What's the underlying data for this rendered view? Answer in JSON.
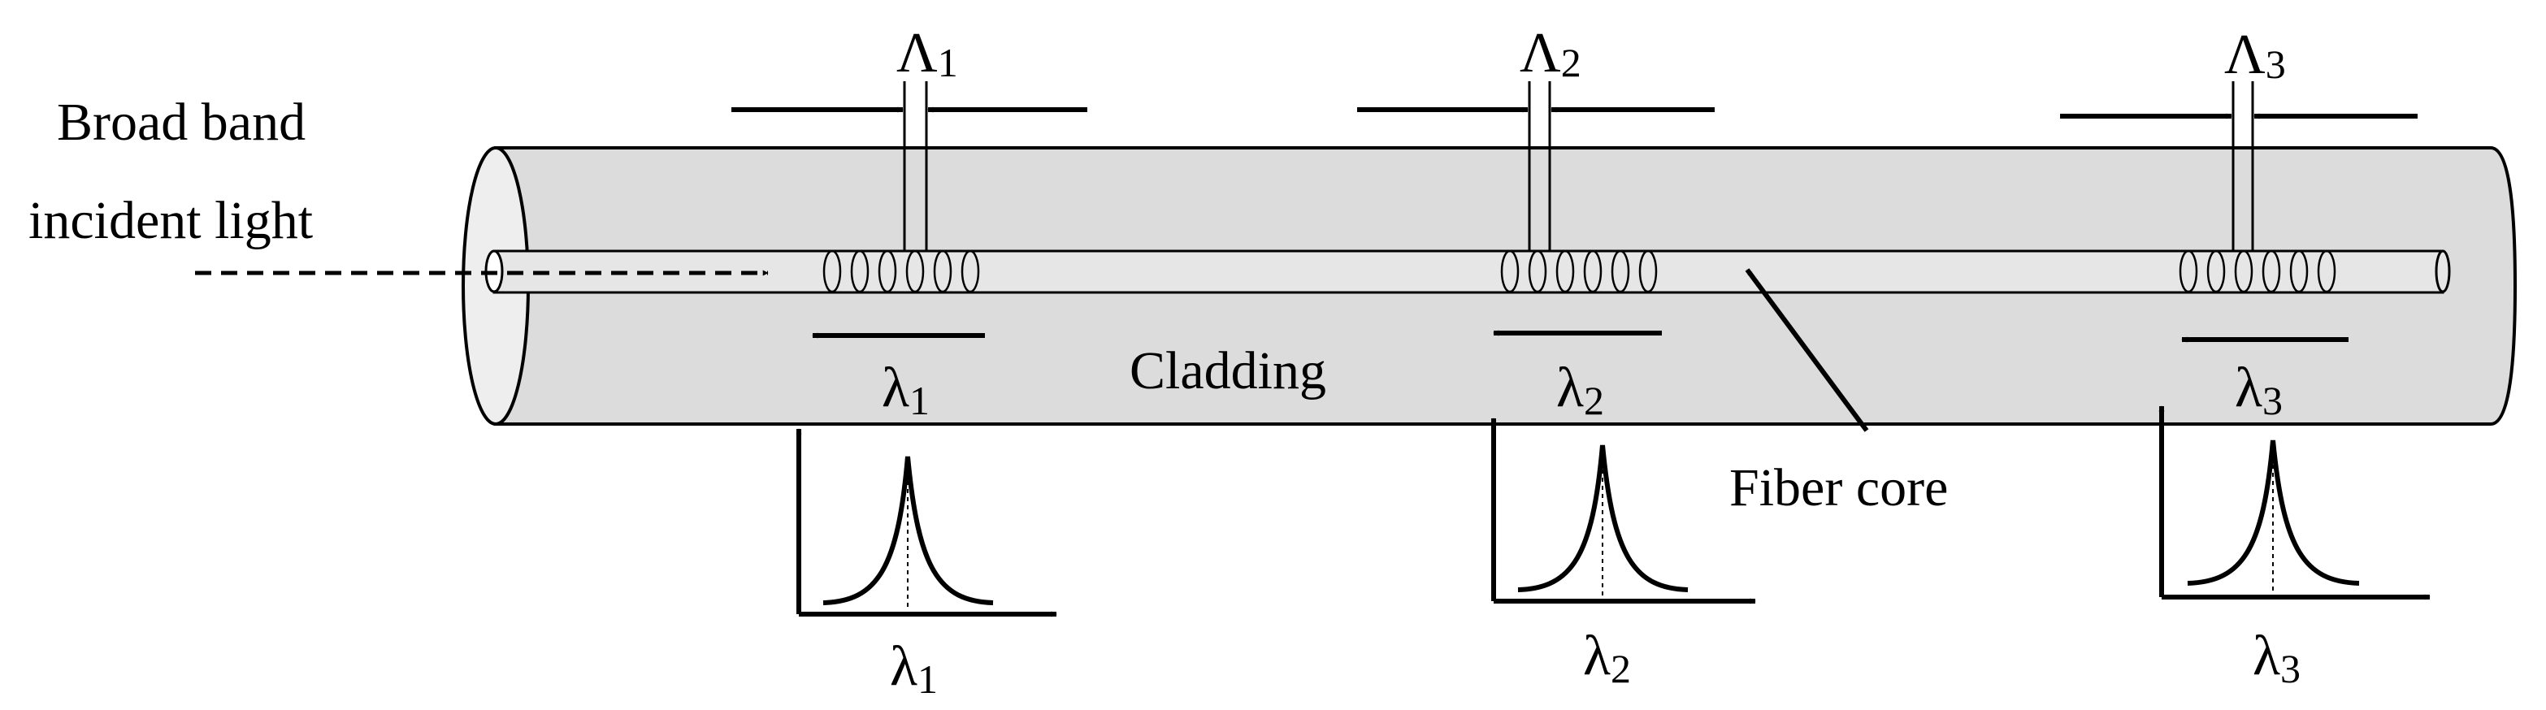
{
  "labels": {
    "incident_line1": "Broad band",
    "incident_line2": "incident light",
    "cladding": "Cladding",
    "fiber_core": "Fiber core"
  },
  "gratings": [
    {
      "period_symbol": "Λ",
      "period_index": "1",
      "wavelength_symbol": "λ",
      "wavelength_index": "1"
    },
    {
      "period_symbol": "Λ",
      "period_index": "2",
      "wavelength_symbol": "λ",
      "wavelength_index": "2"
    },
    {
      "period_symbol": "Λ",
      "period_index": "3",
      "wavelength_symbol": "λ",
      "wavelength_index": "3"
    }
  ],
  "colors": {
    "cladding_fill": "#dcdcdc",
    "stroke": "#000000",
    "background": "#ffffff"
  }
}
